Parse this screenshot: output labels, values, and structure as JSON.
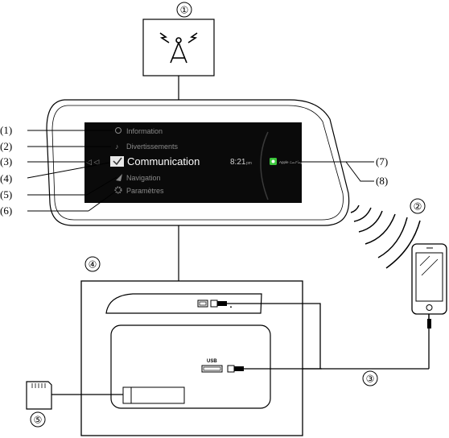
{
  "markers": {
    "antenna": "①",
    "phone": "②",
    "cable": "③",
    "media_unit": "④",
    "sd_card": "⑤"
  },
  "callouts": [
    "(1)",
    "(2)",
    "(3)",
    "(4)",
    "(5)",
    "(6)",
    "(7)",
    "(8)"
  ],
  "screen": {
    "menu": [
      "Information",
      "Divertissements",
      "Communication",
      "Navigation",
      "Paramètres"
    ],
    "selected_index": 2,
    "clock": "8:21",
    "clock_suffix": "pm",
    "app_label": "Apple CarPlay"
  },
  "labels": {
    "usb": "USB"
  },
  "icons": {
    "antenna": "antenna-icon",
    "phone": "smartphone-icon",
    "sd": "sd-card-icon",
    "info": "info-icon",
    "music": "music-note-icon",
    "check": "check-icon",
    "nav": "navigation-arrow-icon",
    "gear": "gear-icon",
    "carplay": "carplay-icon",
    "wireless": "wireless-waves-icon"
  },
  "colors": {
    "screen_bg": "#0a0a0a",
    "menu_text": "#8a8a8a",
    "selected_text": "#ffffff",
    "carplay_green": "#3cc63c"
  }
}
